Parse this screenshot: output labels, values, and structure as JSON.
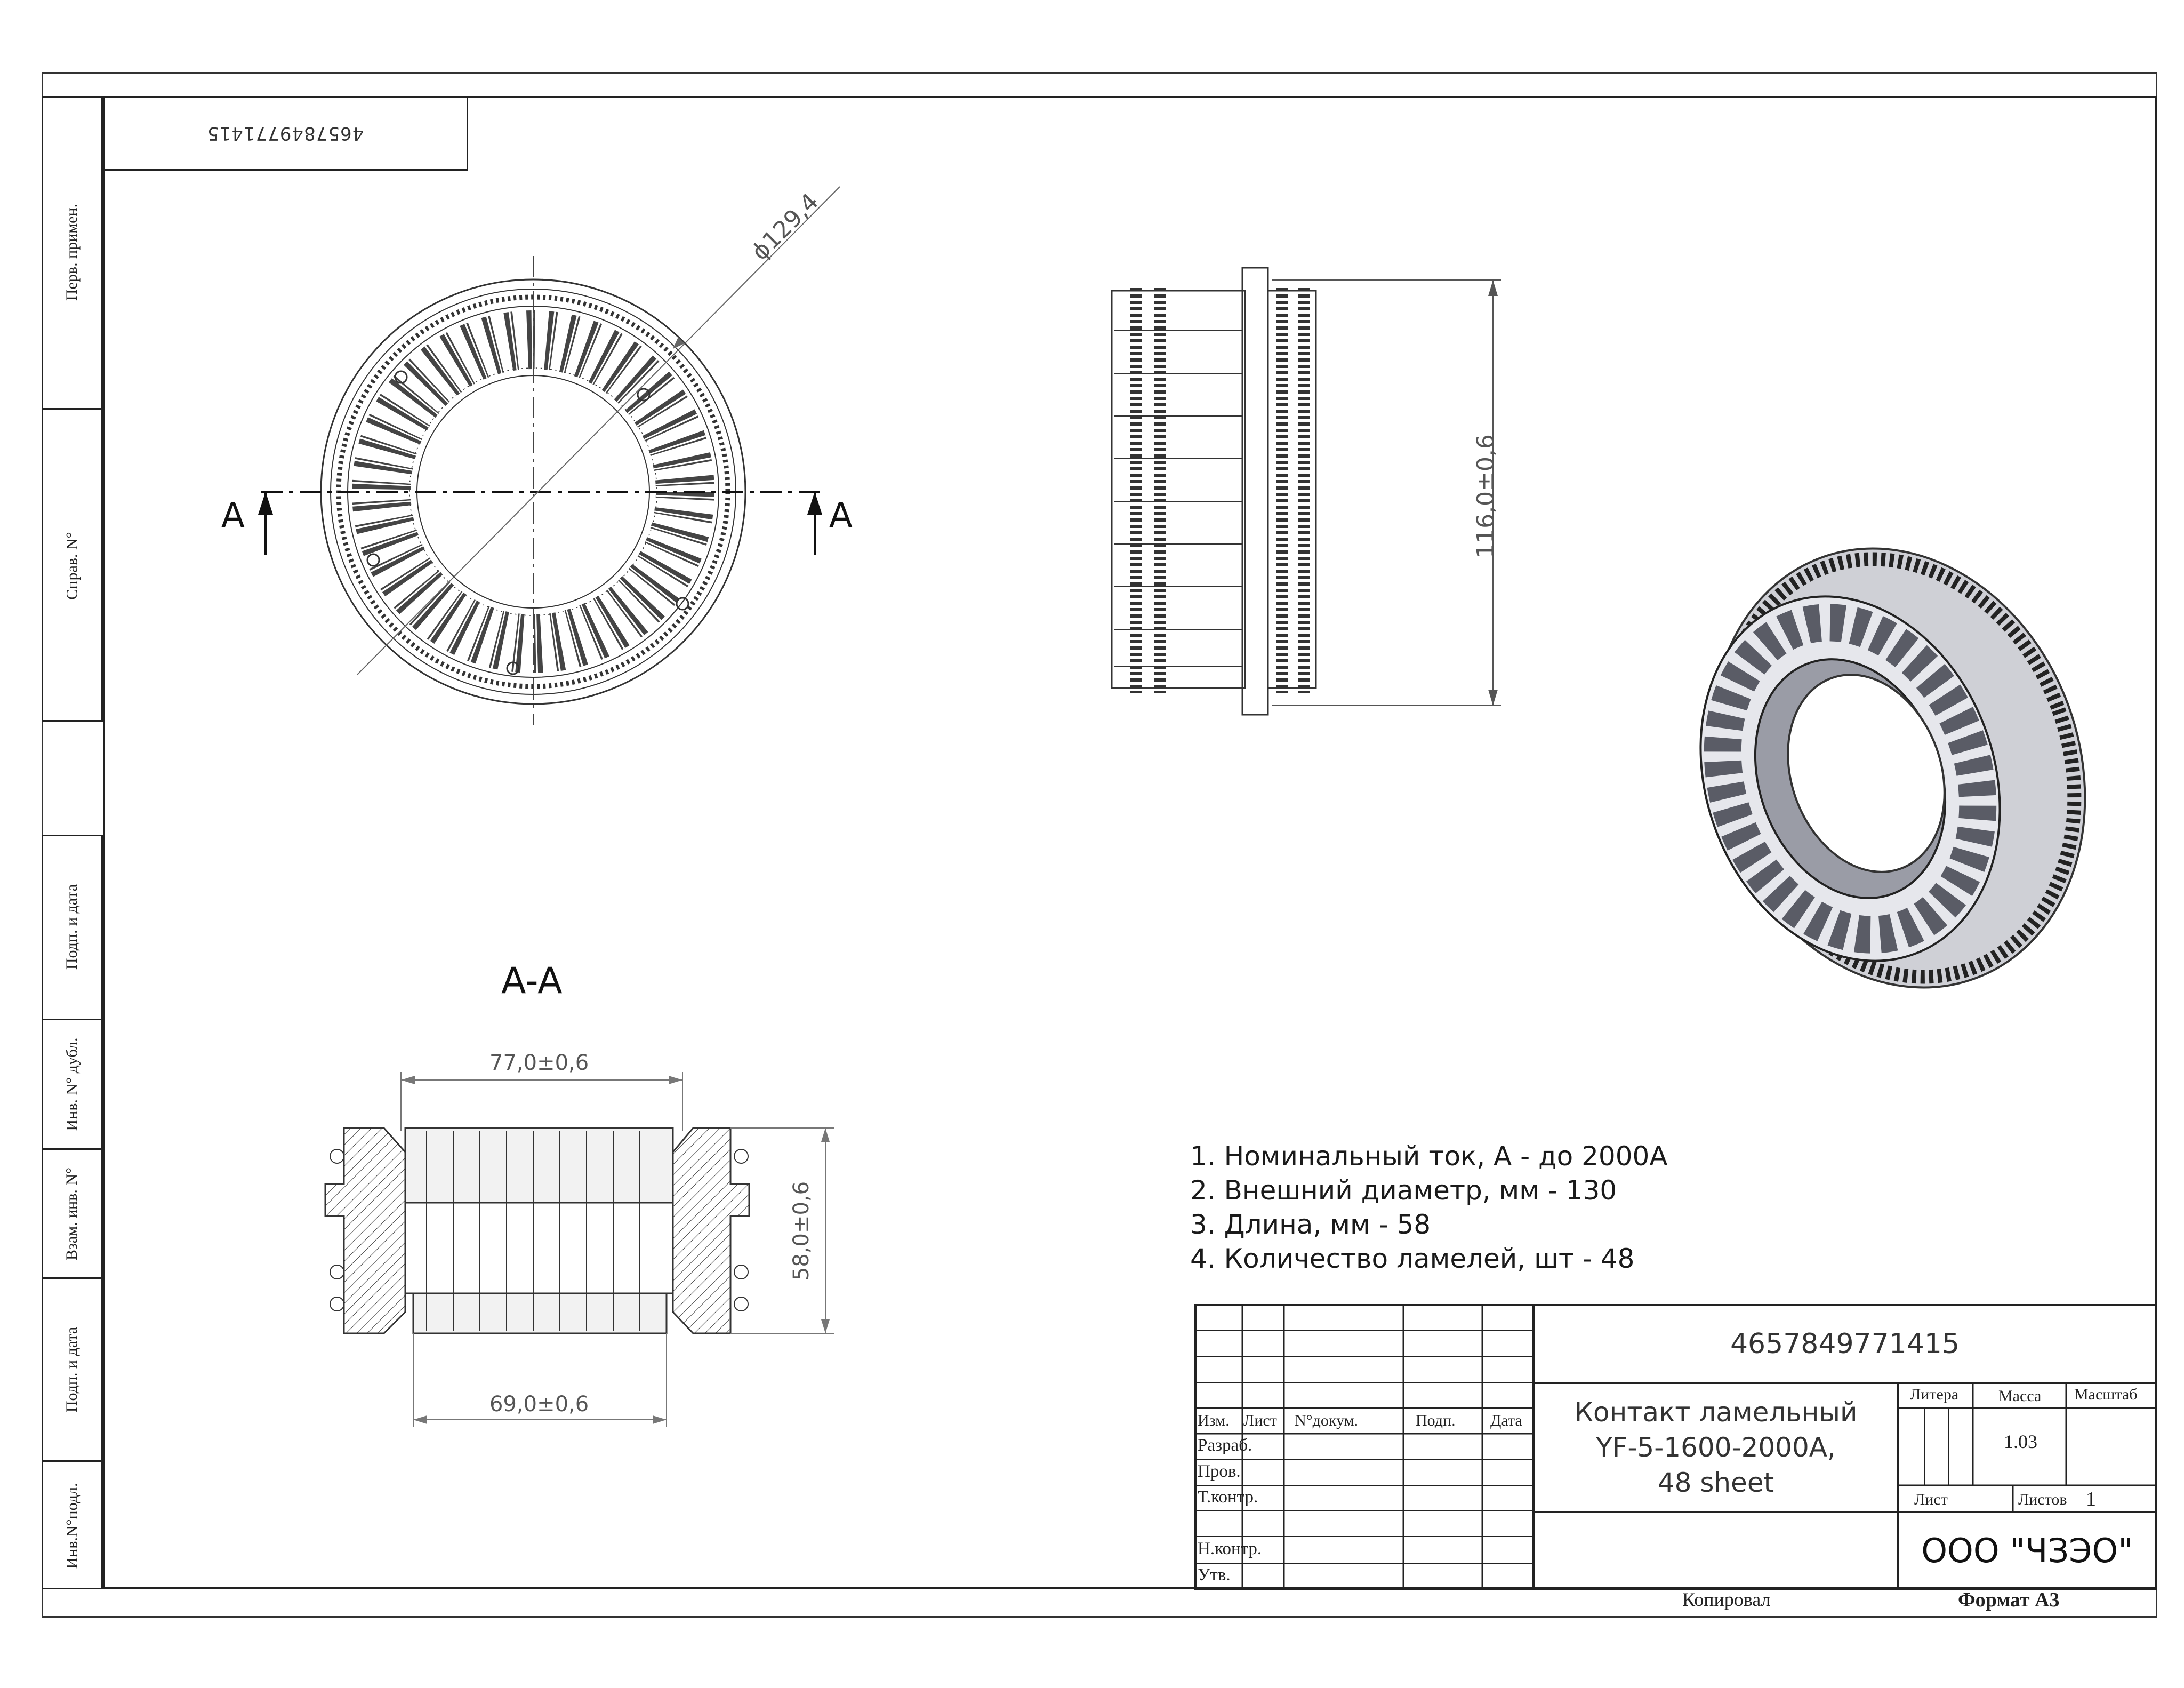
{
  "stamp_mirrored": "4657849771415",
  "side_labels": {
    "perv_primen": "Перв. примен.",
    "sprav_no": "Справ. N°",
    "podp_data_1": "Подп. и дата",
    "inv_dubl": "Инв. N° дубл.",
    "vzam_inv": "Взам. инв. N°",
    "podp_data_2": "Подп. и дата",
    "inv_podl": "Инв.N°подл."
  },
  "views": {
    "front_diameter": "ϕ129,4",
    "section_letter_left": "A",
    "section_letter_right": "A",
    "side_height": "116,0±0,6",
    "section_title": "A-A",
    "section_top_width": "77,0±0,6",
    "section_bottom_width": "69,0±0,6",
    "section_height": "58,0±0,6"
  },
  "notes": [
    "1.  Номинальный ток, А - до 2000А",
    "2. Внешний диаметр, мм - 130",
    "3. Длина, мм - 58",
    "4. Количество ламелей, шт - 48"
  ],
  "title_block": {
    "designation": "4657849771415",
    "name_line1": "Контакт ламельный",
    "name_line2": "YF-5-1600-2000A,",
    "name_line3": "48 sheet",
    "col_izm": "Изм.",
    "col_list": "Лист",
    "col_ndokum": "N°докум.",
    "col_podp": "Подп.",
    "col_data": "Дата",
    "row_razrab": "Разраб.",
    "row_prov": "Пров.",
    "row_tkontr": "Т.контр.",
    "row_nkontr": "Н.контр.",
    "row_utv": "Утв.",
    "litera": "Литера",
    "massa": "Масса",
    "masshtab": "Масштаб",
    "mass_value": "1.03",
    "list_label": "Лист",
    "listov_label": "Листов",
    "listov_value": "1",
    "company": "ООО \"ЧЗЭО\"",
    "kopiroval": "Копировал",
    "format": "Формат А3"
  }
}
